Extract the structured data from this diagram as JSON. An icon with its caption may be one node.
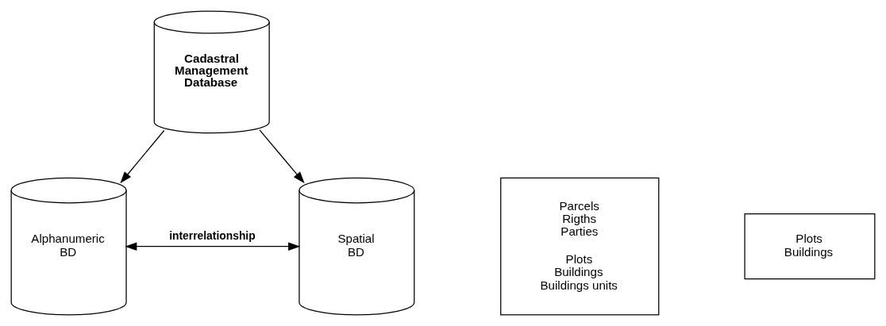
{
  "diagram": {
    "nodes": [
      {
        "text": [
          "Cadastral Management Database"
        ]
      },
      {
        "text": [
          "Alphanumeric BD"
        ]
      },
      {
        "text": [
          "Spatial BD"
        ]
      },
      {
        "text": [
          "Parcels Rigths Parties",
          "Plots Buildings Buildings units"
        ]
      },
      {
        "text": [
          "Plots Buildings"
        ]
      }
    ],
    "edges": [
      {
        "from": 0,
        "to": 1,
        "arrow": "to"
      },
      {
        "from": 0,
        "to": 2,
        "arrow": "to"
      },
      {
        "from": 1,
        "to": 2,
        "arrow": "both",
        "label": "interrelationship"
      }
    ]
  }
}
